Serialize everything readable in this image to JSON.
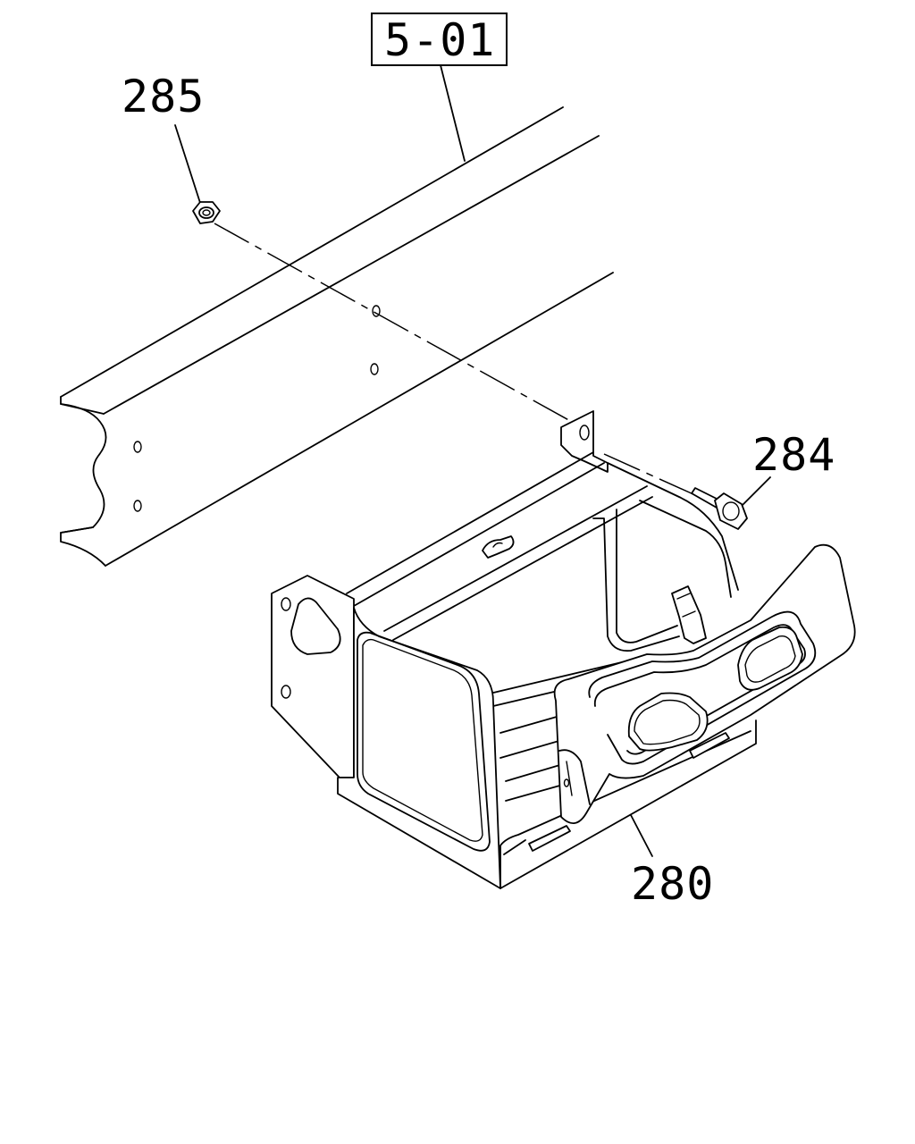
{
  "diagram": {
    "reference_label": "5-01",
    "callouts": [
      {
        "id": "285",
        "label": "285"
      },
      {
        "id": "284",
        "label": "284"
      },
      {
        "id": "280",
        "label": "280"
      }
    ]
  }
}
